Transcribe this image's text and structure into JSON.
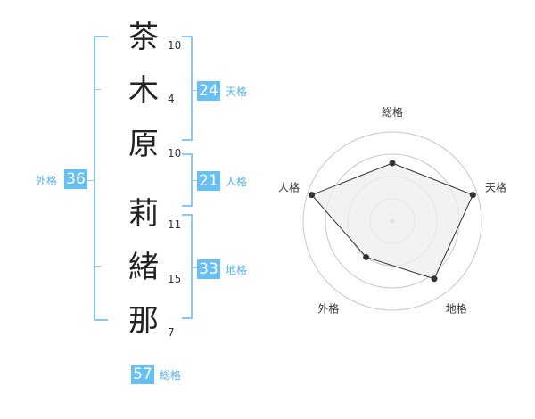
{
  "name": {
    "characters": [
      {
        "char": "茶",
        "strokes": "10"
      },
      {
        "char": "木",
        "strokes": "4"
      },
      {
        "char": "原",
        "strokes": "10"
      },
      {
        "char": "莉",
        "strokes": "11"
      },
      {
        "char": "緒",
        "strokes": "15"
      },
      {
        "char": "那",
        "strokes": "7"
      }
    ]
  },
  "kaku": {
    "tenkaku": {
      "value": "24",
      "label": "天格"
    },
    "jinkaku": {
      "value": "21",
      "label": "人格"
    },
    "chikaku": {
      "value": "33",
      "label": "地格"
    },
    "gaikaku": {
      "value": "36",
      "label": "外格"
    },
    "soukaku": {
      "value": "57",
      "label": "総格"
    }
  },
  "chart_data": {
    "type": "radar",
    "axes": [
      "総格",
      "天格",
      "地格",
      "外格",
      "人格"
    ],
    "values": [
      0.65,
      0.95,
      0.8,
      0.5,
      0.95
    ],
    "max": 1,
    "rings": 4,
    "grid": true,
    "colors": {
      "fill": "#eeeeee",
      "line": "#333333",
      "point": "#333333",
      "grid": "#c8c8c8"
    }
  },
  "colors": {
    "accent": "#66c0f3",
    "bracket": "#8cc8f2"
  }
}
